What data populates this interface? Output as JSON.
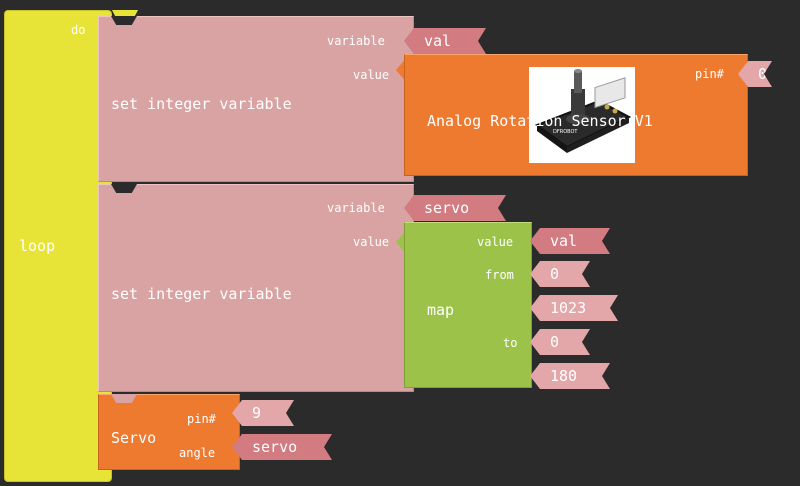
{
  "loop": {
    "label": "loop",
    "do_label": "do"
  },
  "set1": {
    "label": "set integer variable",
    "variable_label": "variable",
    "value_label": "value",
    "variable": "val"
  },
  "sensor": {
    "label": "Analog Rotation Sensor V1",
    "pin_label": "pin#",
    "pin": "0",
    "image_icon": "rotation-sensor-image"
  },
  "set2": {
    "label": "set integer variable",
    "variable_label": "variable",
    "value_label": "value",
    "variable": "servo"
  },
  "map": {
    "label": "map",
    "value_label": "value",
    "from_label": "from",
    "to_label": "to",
    "value": "val",
    "from_low": "0",
    "from_high": "1023",
    "to_low": "0",
    "to_high": "180"
  },
  "servo": {
    "label": "Servo",
    "pin_label": "pin#",
    "angle_label": "angle",
    "pin": "9",
    "angle": "servo"
  },
  "colors": {
    "loop": "#e8e337",
    "set": "#d9a3a3",
    "sensor": "#ee7a2f",
    "map": "#9cc24a",
    "servo": "#ee7a2f",
    "chip": "#d27b80"
  }
}
